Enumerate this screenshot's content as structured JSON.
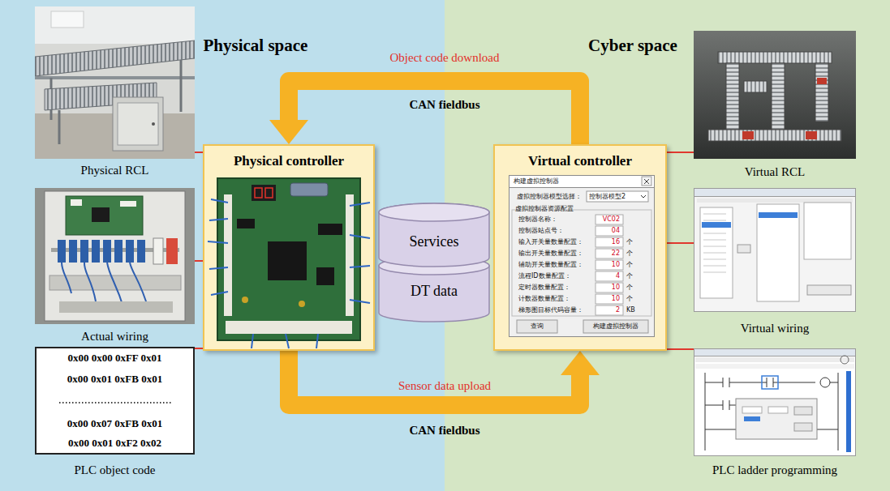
{
  "diagram": {
    "nodes": [
      {
        "text": [
          "Physical space"
        ]
      },
      {
        "text": [
          "Physical RCL"
        ],
        "in": 0
      },
      {
        "text": [
          "Actual wiring"
        ],
        "in": 0
      },
      {
        "text": [
          "0x00 0x00 0xFF 0x01",
          "0x00 0x01 0xFB 0x01",
          "0x00 0x07 0xFB 0x01",
          "0x00 0x01 0xF2 0x02",
          "PLC object code"
        ],
        "in": 0
      },
      {
        "text": [
          "Physical controller"
        ],
        "in": 0
      },
      {
        "text": [
          "Services"
        ]
      },
      {
        "text": [
          "DT data"
        ]
      },
      {
        "text": [
          "Cyber space"
        ]
      },
      {
        "text": [
          "Virtual controller"
        ],
        "in": 7
      },
      {
        "text": [
          "Virtual RCL"
        ],
        "in": 7
      },
      {
        "text": [
          "Virtual wiring"
        ],
        "in": 7
      },
      {
        "text": [
          "PLC ladder programming"
        ],
        "in": 7
      }
    ],
    "edges": [
      {
        "from": 8,
        "to": 4,
        "label": "Object code download",
        "arrow": "to"
      },
      {
        "from": 4,
        "to": 8,
        "label": "Sensor data upload",
        "arrow": "to"
      },
      {
        "from": 1,
        "to": 4,
        "arrow": "none"
      },
      {
        "from": 2,
        "to": 4,
        "arrow": "none"
      },
      {
        "from": 3,
        "to": 4,
        "arrow": "none"
      },
      {
        "from": 8,
        "to": 9,
        "arrow": "none"
      },
      {
        "from": 8,
        "to": 10,
        "arrow": "none"
      },
      {
        "from": 8,
        "to": 11,
        "arrow": "none"
      }
    ],
    "labels": [
      "CAN fieldbus",
      "CAN fieldbus",
      "构建虚拟控制器",
      "虚拟控制器模型选择：",
      "控制器模型2",
      "虚拟控制器资源配置",
      "控制器名称：",
      "VC02",
      "控制器站点号：",
      "04",
      "输入开关量数量配置：",
      "16",
      "个",
      "输出开关量数量配置：",
      "22",
      "个",
      "辅助开关量数量配置：",
      "10",
      "个",
      "流程ID数量配置：",
      "4",
      "个",
      "定时器数量配置：",
      "10",
      "个",
      "计数器数量配置：",
      "10",
      "个",
      "梯形图目标代码容量：",
      "2",
      "KB",
      "查询",
      "构建虚拟控制器"
    ]
  }
}
